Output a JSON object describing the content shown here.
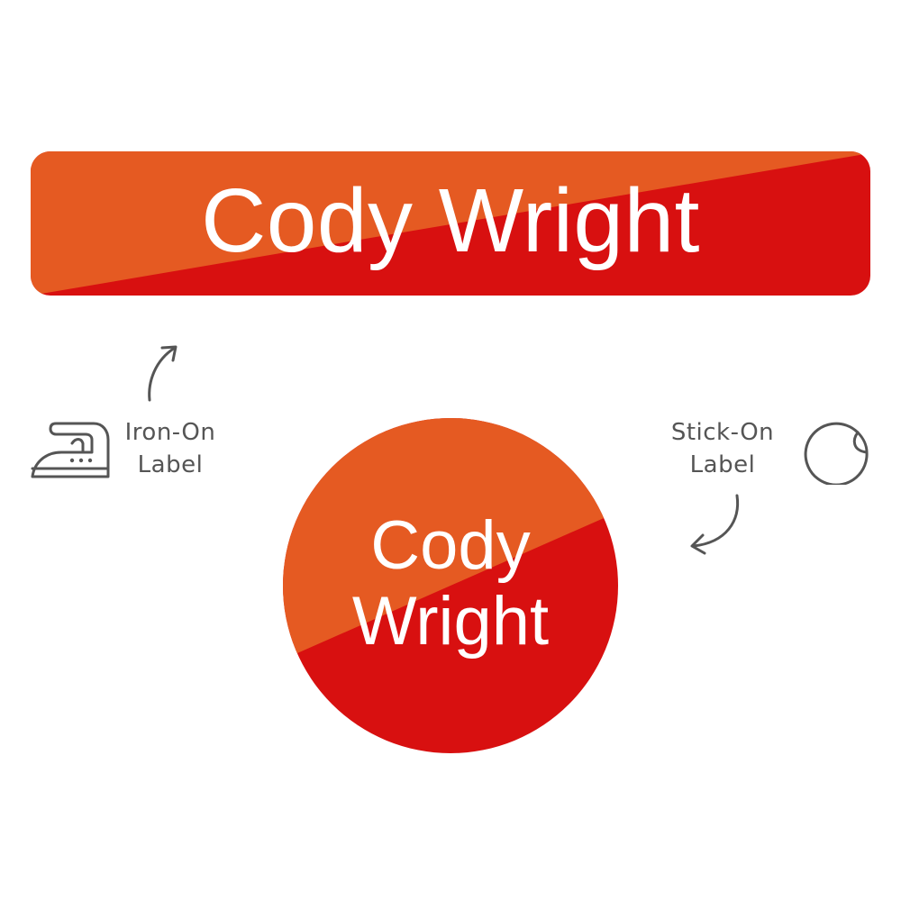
{
  "labels": {
    "rectangle_name": "Cody Wright",
    "circle_name_line1": "Cody",
    "circle_name_line2": "Wright"
  },
  "annotations": {
    "iron_on_line1": "Iron-On",
    "iron_on_line2": "Label",
    "stick_on_line1": "Stick-On",
    "stick_on_line2": "Label"
  },
  "icons": {
    "iron": "iron-icon",
    "sticker": "sticker-peel-icon",
    "arrow_up": "curved-arrow-up-icon",
    "arrow_down": "curved-arrow-down-icon"
  },
  "colors": {
    "orange": "#E55A22",
    "red": "#D81010",
    "text": "#FFFFFF",
    "annotation": "#555555"
  }
}
